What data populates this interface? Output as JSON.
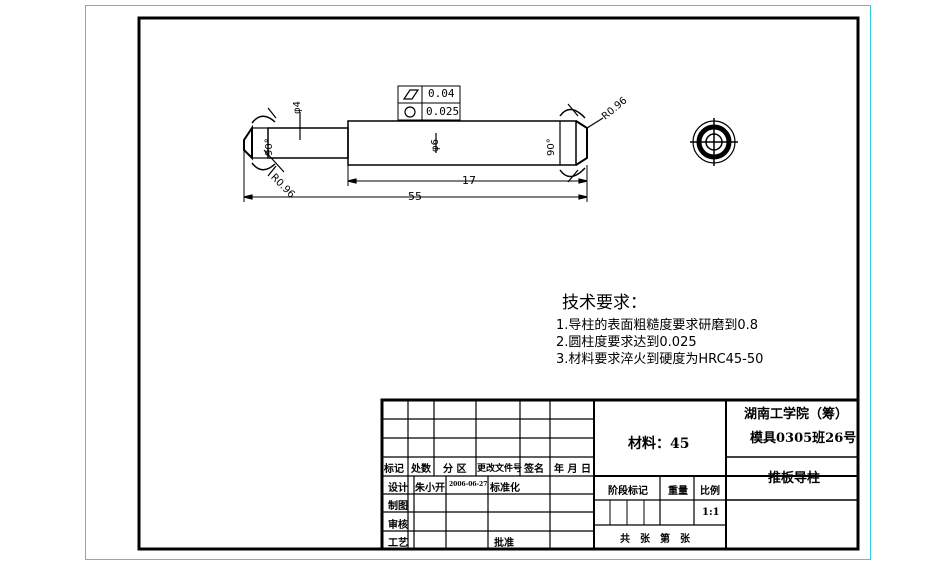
{
  "drawing": {
    "dimensions": {
      "total_length": "55",
      "length_17": "17",
      "dia_small": "φ4",
      "dia_main": "φ6",
      "chamfer_left": "R0.96",
      "chamfer_right": "R0.96",
      "angle_left": "90°",
      "angle_right": "90°"
    },
    "tolerances": {
      "flatness": "0.04",
      "cylindricity": "0.025"
    }
  },
  "notes": {
    "title": "技术要求：",
    "items": [
      "1.导柱的表面粗糙度要求研磨到0.8",
      "2.圆柱度要求达到0.025",
      "3.材料要求淬火到硬度为HRC45-50"
    ]
  },
  "title_block": {
    "school": "湖南工学院（筹）",
    "class": "模具0305班26号",
    "part_name": "推板导柱",
    "material": "材料：45",
    "headers": [
      "标记",
      "处数",
      "分 区",
      "更改文件号",
      "签名",
      "年 月 日"
    ],
    "row_design": {
      "label": "设计",
      "name": "朱小开",
      "date": "2006-06-27",
      "std": "标准化"
    },
    "row_draw": "制图",
    "row_review": "审核",
    "row_process": "工艺",
    "approve": "批准",
    "stage": "阶段标记",
    "weight": "重量",
    "scale": "比例",
    "scale_value": "1:1",
    "sheets": "共　张　第　张"
  }
}
